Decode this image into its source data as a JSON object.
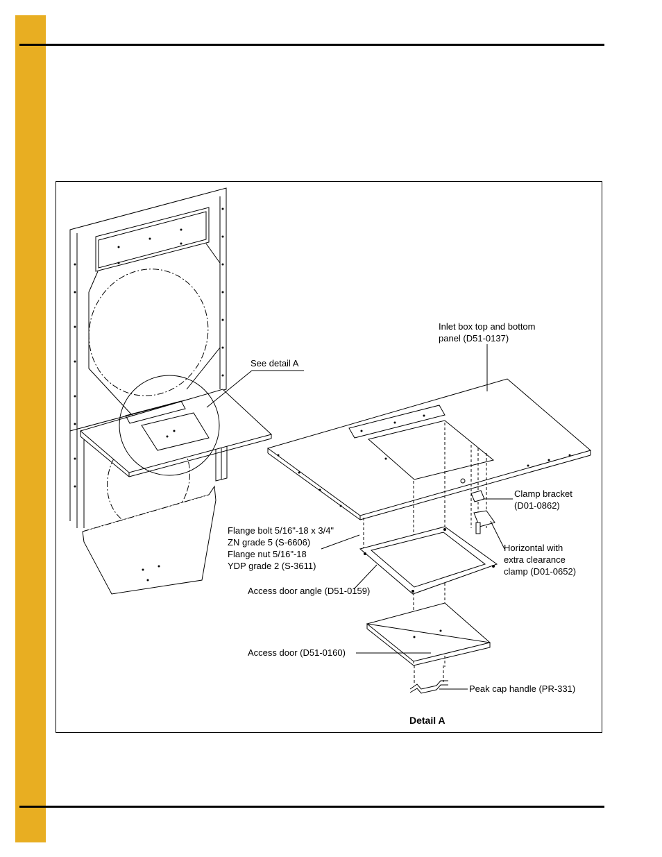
{
  "page": {
    "accent_color": "#E8AE22",
    "rule_color": "#000000"
  },
  "figure": {
    "labels": {
      "inlet_box_panel": "Inlet box top and bottom\npanel (D51-0137)",
      "see_detail": "See detail A",
      "clamp_bracket": "Clamp bracket\n(D01-0862)",
      "horizontal_clamp": "Horizontal with\nextra clearance\nclamp (D01-0652)",
      "flange_hardware": "Flange bolt 5/16\"-18 x 3/4\"\nZN grade 5 (S-6606)\nFlange nut 5/16\"-18\nYDP grade 2 (S-3611)",
      "access_door_angle": "Access door angle (D51-0159)",
      "access_door": "Access door (D51-0160)",
      "peak_cap_handle": "Peak cap handle (PR-331)",
      "detail_title": "Detail A"
    }
  }
}
